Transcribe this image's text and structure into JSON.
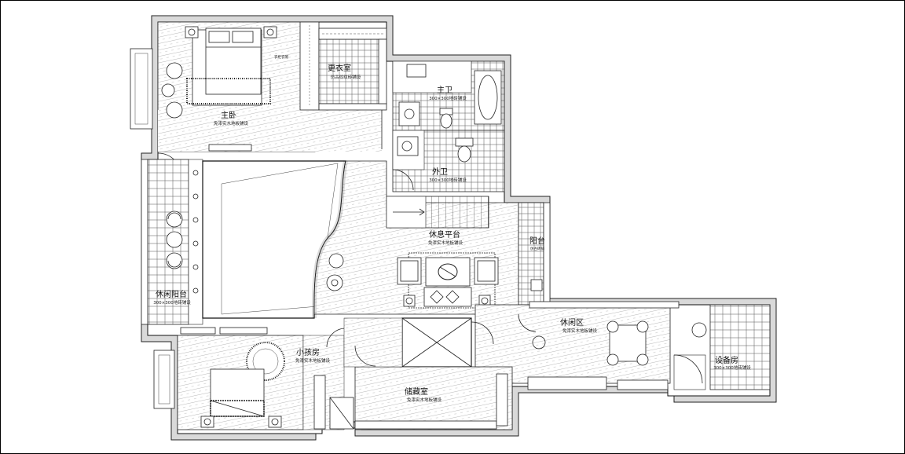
{
  "rooms": {
    "master_bedroom": {
      "name": "主卧",
      "note": "免漆实木地板铺设"
    },
    "closet": {
      "name": "更衣室",
      "note": "仿古纹纹砖铺设"
    },
    "wardrobe_tag": {
      "note": "衣柜衣帽"
    },
    "master_bath": {
      "name": "主卫",
      "note": "300×300地砖铺设"
    },
    "guest_bath": {
      "name": "外卫",
      "note": "300×300地砖铺设"
    },
    "leisure_balcony": {
      "name": "休闲阳台",
      "note": "300×300地砖铺设"
    },
    "rest_platform": {
      "name": "休息平台",
      "note": "免漆实木地板铺设"
    },
    "balcony": {
      "name": "阳台",
      "note": "仿古砖铺"
    },
    "leisure_area": {
      "name": "休闲区",
      "note": "免漆实木地板铺设"
    },
    "equipment_room": {
      "name": "设备房",
      "note": "300×300地砖铺设"
    },
    "kids_room": {
      "name": "小孩房",
      "note": "免漆实木地板铺设"
    },
    "storage_room": {
      "name": "储藏室",
      "note": "免漆实木地板铺设"
    }
  },
  "style": {
    "line_color": "#111111",
    "wall_fill": "#d9d9d9",
    "background": "#ffffff"
  }
}
